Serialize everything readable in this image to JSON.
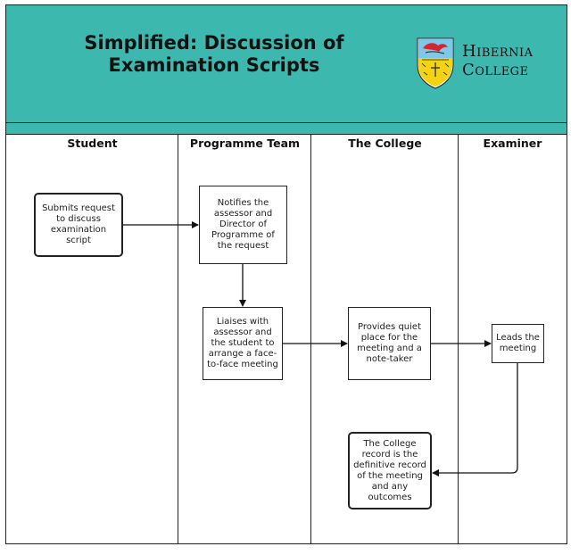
{
  "header": {
    "title_line1": "Simplified: Discussion of",
    "title_line2": "Examination Scripts",
    "logo_word1": "Hibernia",
    "logo_word2": "College"
  },
  "lanes": [
    "Student",
    "Programme Team",
    "The College",
    "Examiner"
  ],
  "steps": {
    "submit": "Submits request to discuss examination script",
    "notify": "Notifies the assessor and Director of Programme of the request",
    "liaise": "Liaises with assessor and the student to arrange a face-to-face meeting",
    "provide": "Provides quiet place for the meeting and a note-taker",
    "lead": "Leads the meeting",
    "record": "The College record is the definitive record of the meeting and any outcomes"
  },
  "colors": {
    "header": "#3db8ae",
    "line": "#222222"
  }
}
